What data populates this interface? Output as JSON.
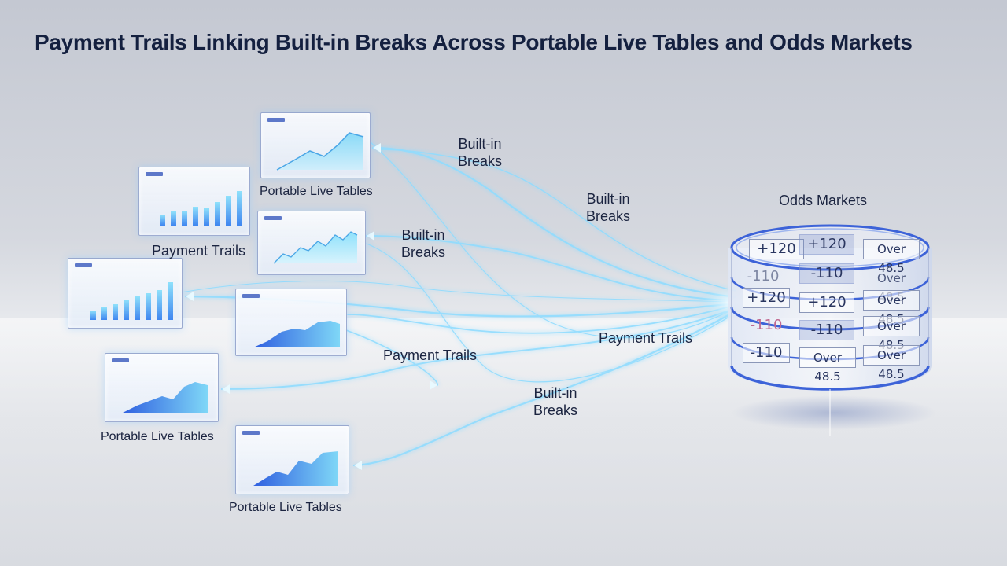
{
  "title": "Payment Trails Linking Built-in Breaks Across Portable Live Tables and Odds Markets",
  "labels": {
    "builtin_1": "Built-in",
    "builtin_1b": "Breaks",
    "builtin_2": "Built-in",
    "builtin_2b": "Breaks",
    "builtin_3": "Built-in",
    "builtin_3b": "Breaks",
    "builtin_4": "Built-in",
    "builtin_4b": "Breaks",
    "odds_markets": "Odds Markets",
    "payment_trails_1": "Payment Trails",
    "payment_trails_2": "Payment Trails",
    "payment_trails_3": "Payment Trails",
    "portable_1": "Portable Live Tables",
    "portable_2": "Portable Live Tables",
    "portable_3": "Portable Live Tables"
  },
  "odds": {
    "row1": [
      "+120",
      "+120",
      "Over 48.5"
    ],
    "row2": [
      "-110",
      "-110",
      "Over 48.5"
    ],
    "row3": [
      "+120",
      "+120",
      "Over 48.5"
    ],
    "row4": [
      "-110",
      "-110",
      "Over 48.5"
    ],
    "row5": [
      "-110",
      "Over 48.5",
      "Over 48.5"
    ]
  },
  "colors": {
    "title": "#14203f",
    "flow_glow": "#9fe3ff",
    "ring_blue": "#3d63d8",
    "chart_fill_dark": "#2f5fe0",
    "chart_fill_light": "#7fd7f7"
  }
}
